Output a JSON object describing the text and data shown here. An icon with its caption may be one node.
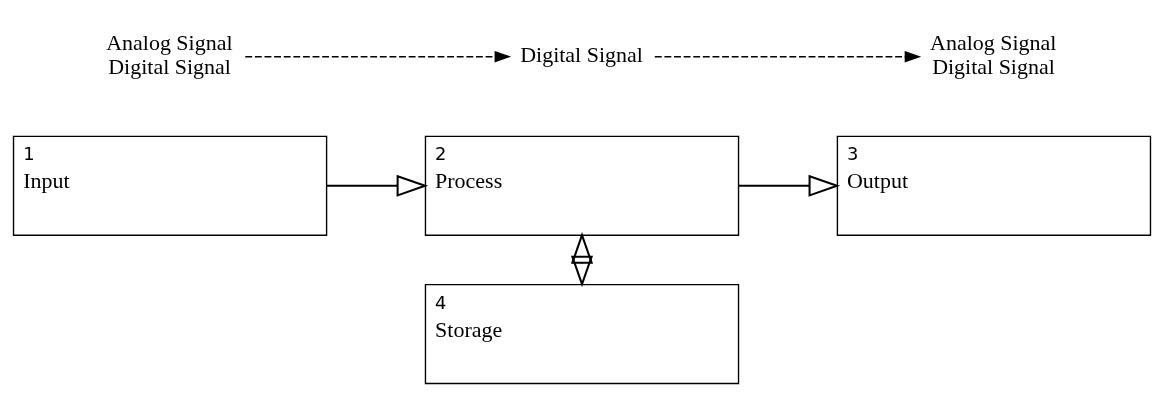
{
  "diagram": {
    "nodes": [
      {
        "text": [
          "Analog Signal",
          "Digital Signal"
        ]
      },
      {
        "text": [
          "Digital Signal"
        ]
      },
      {
        "text": [
          "Analog Signal",
          "Digital Signal"
        ]
      },
      {
        "text": [
          "1",
          "Input"
        ]
      },
      {
        "text": [
          "2",
          "Process"
        ]
      },
      {
        "text": [
          "3",
          "Output"
        ]
      },
      {
        "text": [
          "4",
          "Storage"
        ]
      }
    ],
    "edges": [
      {
        "from": 0,
        "to": 1,
        "arrow": "to",
        "style": "dashed"
      },
      {
        "from": 1,
        "to": 2,
        "arrow": "to",
        "style": "dashed"
      },
      {
        "from": 3,
        "to": 4,
        "arrow": "to"
      },
      {
        "from": 4,
        "to": 5,
        "arrow": "to"
      },
      {
        "from": 4,
        "to": 6,
        "arrow": "both"
      }
    ]
  }
}
